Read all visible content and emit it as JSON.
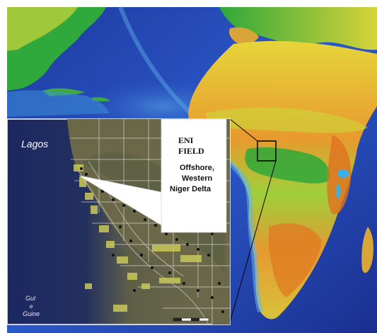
{
  "map": {
    "city_label": "Lagos",
    "gulf_label_lines": [
      "Gul",
      "e",
      "Guine"
    ],
    "callout": {
      "title_lines": [
        "ENI",
        "FIELD"
      ],
      "subtitle_lines": [
        "Offshore,",
        "Western",
        "Niger Delta"
      ]
    },
    "colors": {
      "ocean_deep": "#1a2f8f",
      "ocean_shelf": "#4aa0e0",
      "land_low": "#1fa83a",
      "land_mid": "#e6e23a",
      "land_high": "#e07a22",
      "inset_sea": "#1d2a5e",
      "inset_land": "#6b6a4a",
      "field_yellow": "#c9c85a",
      "callout_bg": "#ffffff",
      "callout_text": "#111111"
    }
  }
}
